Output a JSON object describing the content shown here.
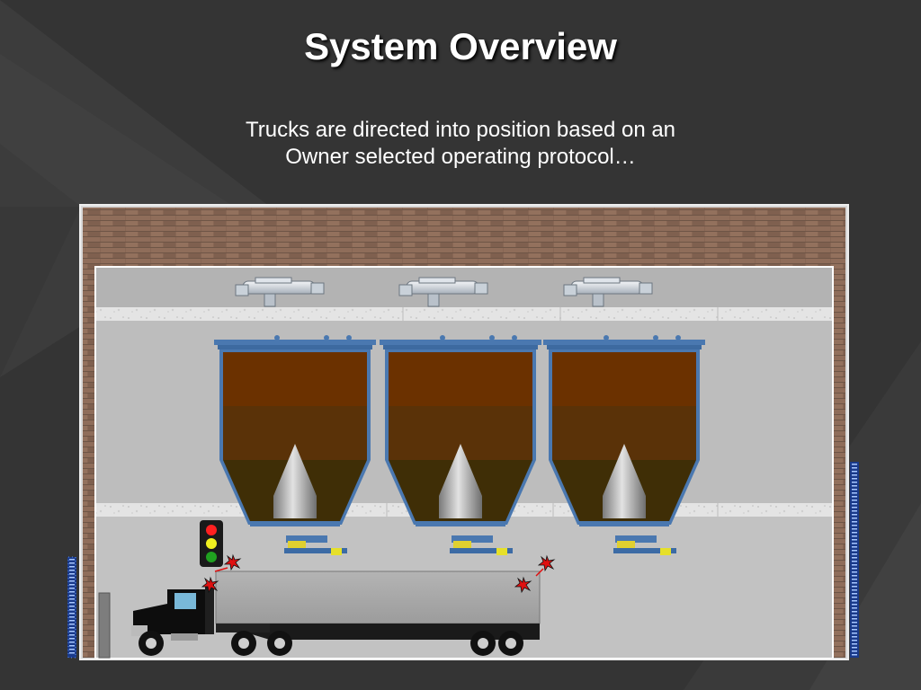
{
  "slide": {
    "title": "System Overview",
    "subtitle_line1": "Trucks are directed into position based on an",
    "subtitle_line2": "Owner selected operating protocol…"
  },
  "colors": {
    "background": "#333333",
    "brick": "#8a6a58",
    "interior": "#c0c0c0",
    "hopper_frame": "#4a78b0",
    "fill_top": "#6b3100",
    "fill_mid": "#5a3208",
    "fill_bottom": "#3f2e06",
    "cone": "#a8a8a8",
    "truck_cab": "#0d0d0d",
    "trailer": "#a9a9a9",
    "sensor": "#e01010",
    "light_red": "#ff2020",
    "light_yellow": "#f0f020",
    "light_green": "#20a020",
    "sensor_bar": "#4a7fe0"
  },
  "components": {
    "hoppers": [
      "hopper-1",
      "hopper-2",
      "hopper-3"
    ],
    "conveyors": [
      "conveyor-1",
      "conveyor-2",
      "conveyor-3"
    ],
    "traffic_light": [
      "red",
      "yellow",
      "green"
    ],
    "sensors": [
      "sensor-1",
      "sensor-2",
      "sensor-3",
      "sensor-4"
    ]
  }
}
